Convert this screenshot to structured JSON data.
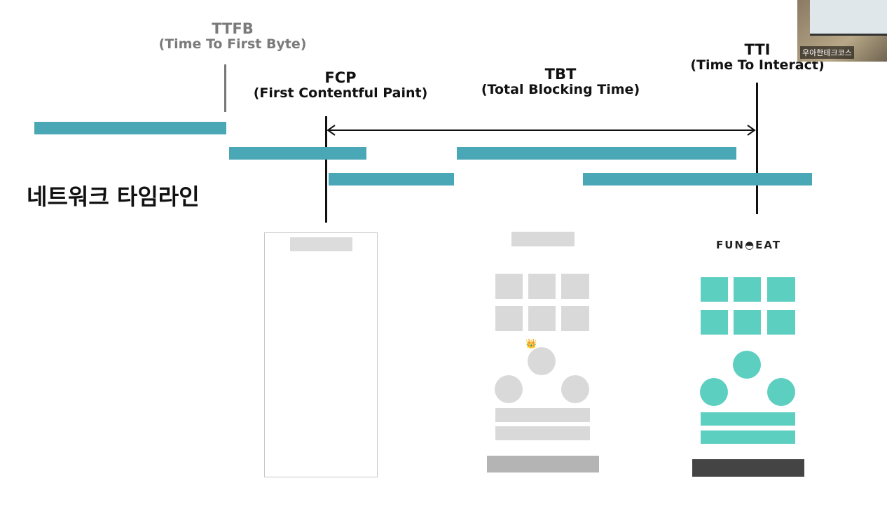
{
  "labels": {
    "ttfb": {
      "main": "TTFB",
      "sub": "(Time To First Byte)"
    },
    "fcp": {
      "main": "FCP",
      "sub": "(First Contentful Paint)"
    },
    "tbt": {
      "main": "TBT",
      "sub": "(Total Blocking Time)"
    },
    "tti": {
      "main": "TTI",
      "sub": "(Time To Interact)"
    }
  },
  "title": "네트워크 타임라인",
  "logo": "FUN◓EAT",
  "emoji": "👑",
  "webcam": {
    "caption": "우아한테크코스"
  },
  "colors": {
    "bar": "#4aa7b6",
    "mint": "#5ccfc0",
    "placeholder": "#dadada"
  }
}
